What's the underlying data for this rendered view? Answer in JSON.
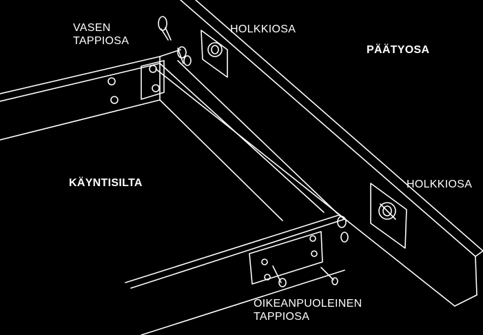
{
  "labels": {
    "left_pin_line1": "VASEN",
    "left_pin_line2": "TAPPIOSA",
    "sleeve_top": "HOLKKIOSA",
    "end_part": "PÄÄTYOSA",
    "walkway": "KÄYNTISILTA",
    "sleeve_right": "HOLKKIOSA",
    "right_pin_line1": "OIKEANPUOLEINEN",
    "right_pin_line2": "TAPPIOSA"
  },
  "colors": {
    "background": "#000000",
    "line": "#ffffff",
    "plate": "#ffffff"
  }
}
